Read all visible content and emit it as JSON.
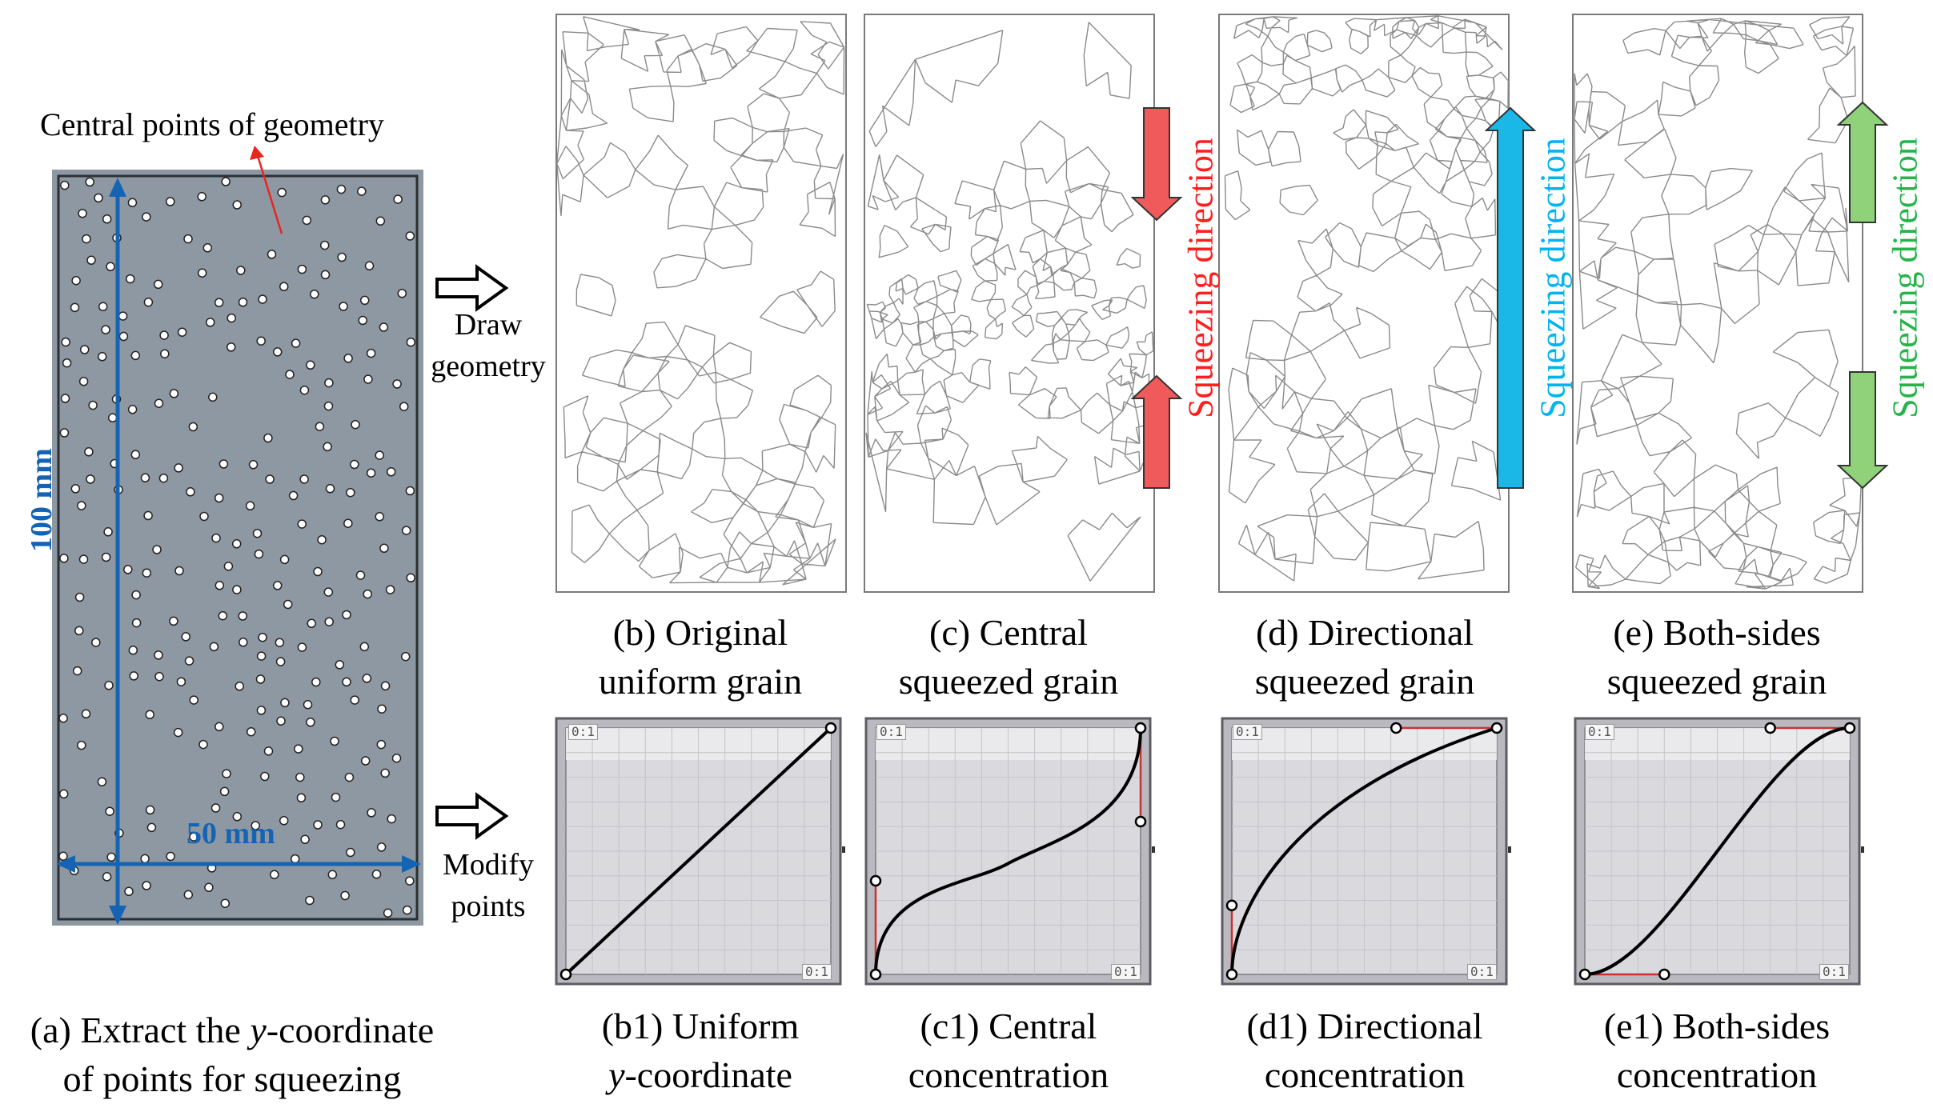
{
  "colors": {
    "specimen_fill": "#8d98a3",
    "dimension_blue": "#1564b4",
    "red_arrow": "#f05a5a",
    "cyan_arrow": "#1ab8e6",
    "green_arrow": "#8fd27a",
    "red_text": "#ff1e1e",
    "cyan_text": "#00b4f0",
    "green_text": "#27b34a",
    "graph_bg": "#d9d9de",
    "curve_red": "#c83232"
  },
  "panel_a": {
    "annotation": "Central points of geometry",
    "height_label": "100 mm",
    "width_label": "50 mm",
    "caption_line1_pre": "(a) Extract the ",
    "caption_line1_italic": "y",
    "caption_line1_post": "-coordinate",
    "caption_line2": "of points for squeezing"
  },
  "flow": {
    "draw_line1": "Draw",
    "draw_line2": "geometry",
    "modify_line1": "Modify",
    "modify_line2": "points"
  },
  "grains": [
    {
      "id": "b",
      "cap1": "(b) Original",
      "cap2": "uniform grain",
      "mode": "uniform"
    },
    {
      "id": "c",
      "cap1": "(c) Central",
      "cap2": "squeezed grain",
      "mode": "central",
      "arrow_label": "Squeezing direction"
    },
    {
      "id": "d",
      "cap1": "(d) Directional",
      "cap2": "squeezed grain",
      "mode": "directional",
      "arrow_label": "Squeezing direction"
    },
    {
      "id": "e",
      "cap1": "(e) Both-sides",
      "cap2": "squeezed grain",
      "mode": "both",
      "arrow_label": "Squeezing direction"
    }
  ],
  "graphs": [
    {
      "id": "b1",
      "cap1": "(b1) Uniform",
      "cap2_italic": "y",
      "cap2_post": "-coordinate",
      "corner_tag": "0:1",
      "mode": "uniform"
    },
    {
      "id": "c1",
      "cap1": "(c1) Central",
      "cap2": "concentration",
      "corner_tag": "0:1",
      "mode": "central"
    },
    {
      "id": "d1",
      "cap1": "(d1) Directional",
      "cap2": "concentration",
      "corner_tag": "0:1",
      "mode": "directional"
    },
    {
      "id": "e1",
      "cap1": "(e1) Both-sides",
      "cap2": "concentration",
      "corner_tag": "0:1",
      "mode": "both"
    }
  ]
}
